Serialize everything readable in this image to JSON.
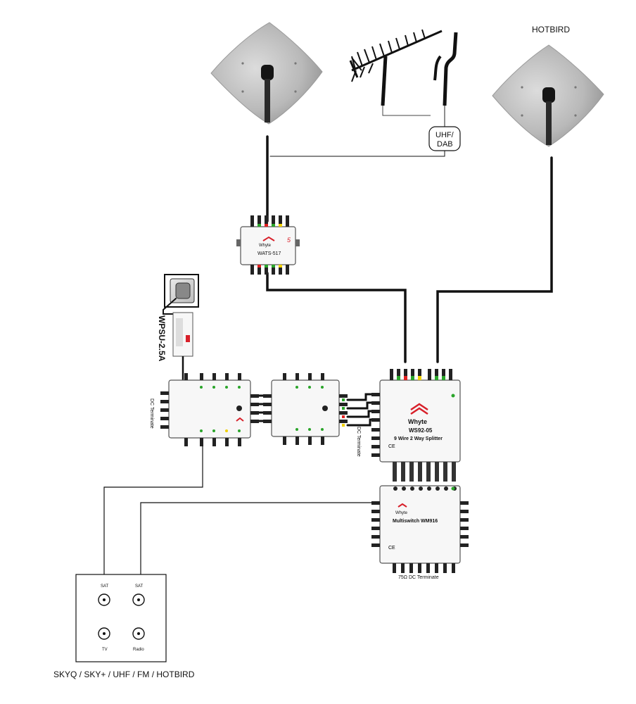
{
  "labels": {
    "hotbird": "HOTBIRD",
    "uhf_dab_line1": "UHF/",
    "uhf_dab_line2": "DAB",
    "wats": "WATS-517",
    "wpsu": "WPSU-2.5A",
    "ws92": "WS92-05",
    "ws92_desc": "9 Wire 2 Way Splitter",
    "whyte": "Whyte",
    "multiswitch": "Multiswitch WM916",
    "dc_terminate": "DC Terminate",
    "terminate_75": "75Ω DC Terminate",
    "wall_sat1": "SAT",
    "wall_sat2": "SAT",
    "wall_tv": "TV",
    "wall_radio": "Radio",
    "bottom_caption": "SKYQ / SKY+ / UHF / FM / HOTBIRD"
  },
  "colors": {
    "cable": "#111111",
    "port_red": "#e02020",
    "port_green": "#2aa52a",
    "port_yellow": "#f0d000",
    "brand_red": "#d8202a",
    "thin_line": "#888888"
  },
  "icons": [
    "satellite-dish-icon",
    "antenna-icon",
    "wall-plate-icon",
    "power-supply-icon"
  ]
}
